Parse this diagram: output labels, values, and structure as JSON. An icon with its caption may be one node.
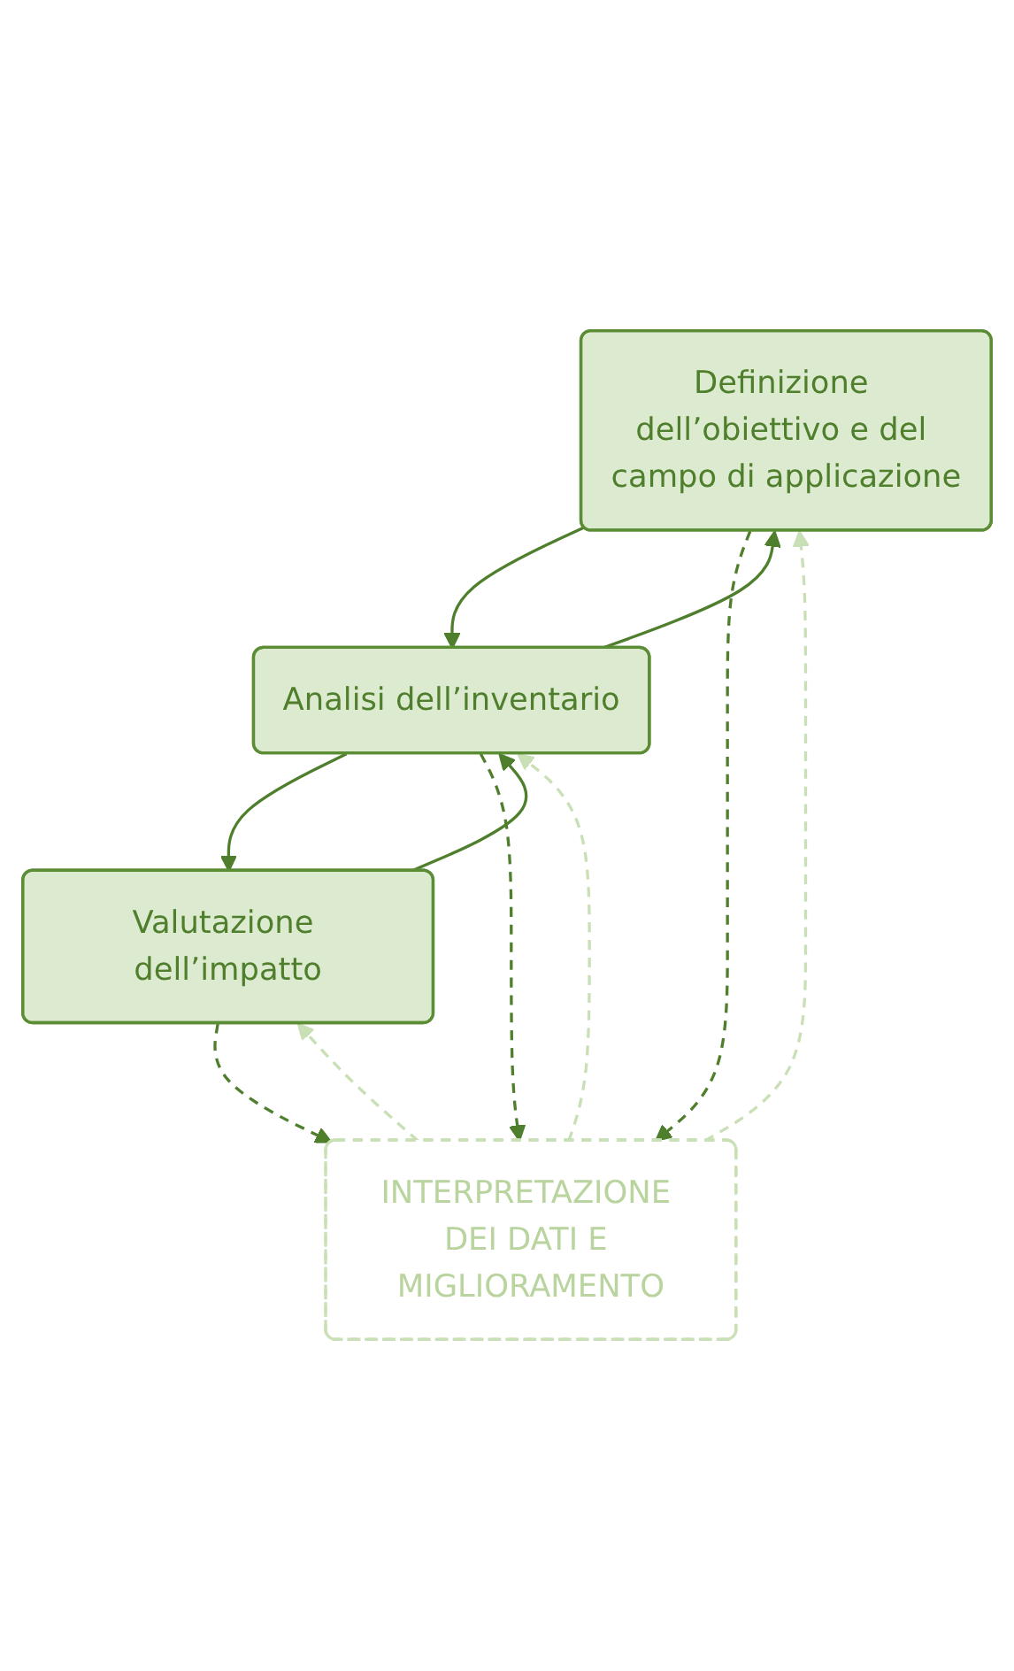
{
  "diagram": {
    "nodes": [
      {
        "text": [
          "Definizione dell’obiettivo e del campo di applicazione"
        ]
      },
      {
        "text": [
          "Analisi dell’inventario"
        ]
      },
      {
        "text": [
          "Valutazione dell’impatto"
        ]
      },
      {
        "text": [
          "INTERPRETAZIONE DEI DATI E MIGLIORAMENTO"
        ]
      }
    ],
    "edges": [
      {
        "from": 0,
        "to": 1,
        "arrow": "to"
      },
      {
        "from": 1,
        "to": 0,
        "arrow": "to"
      },
      {
        "from": 1,
        "to": 2,
        "arrow": "to"
      },
      {
        "from": 2,
        "to": 1,
        "arrow": "to"
      },
      {
        "from": 0,
        "to": 3,
        "arrow": "to",
        "style": "dashed"
      },
      {
        "from": 3,
        "to": 0,
        "arrow": "to",
        "style": "dashed",
        "color": "#c9dfb6"
      },
      {
        "from": 1,
        "to": 3,
        "arrow": "to",
        "style": "dashed"
      },
      {
        "from": 3,
        "to": 1,
        "arrow": "to",
        "style": "dashed",
        "color": "#c9dfb6"
      },
      {
        "from": 2,
        "to": 3,
        "arrow": "to",
        "style": "dashed"
      },
      {
        "from": 3,
        "to": 2,
        "arrow": "to",
        "style": "dashed",
        "color": "#c9dfb6"
      }
    ]
  }
}
